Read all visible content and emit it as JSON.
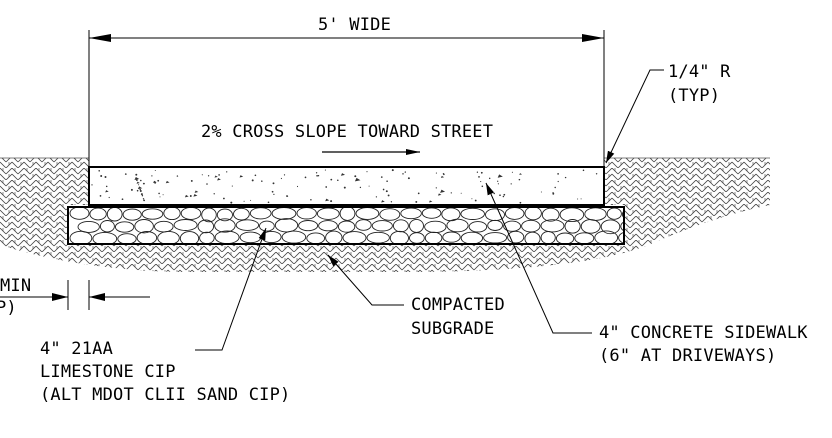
{
  "dimensions": {
    "width_label": "5' WIDE",
    "min_label_line1": "MIN",
    "min_label_line2": "P)"
  },
  "slope_note": "2% CROSS SLOPE TOWARD STREET",
  "radius_note": {
    "line1": "1/4\" R",
    "line2": "(TYP)"
  },
  "callouts": {
    "base": {
      "line1": "4\" 21AA",
      "line2": "LIMESTONE CIP",
      "line3": "(ALT MDOT CLII SAND CIP)"
    },
    "subgrade": {
      "line1": "COMPACTED",
      "line2": "SUBGRADE"
    },
    "sidewalk": {
      "line1": "4\" CONCRETE SIDEWALK",
      "line2": "(6\" AT DRIVEWAYS)"
    }
  }
}
